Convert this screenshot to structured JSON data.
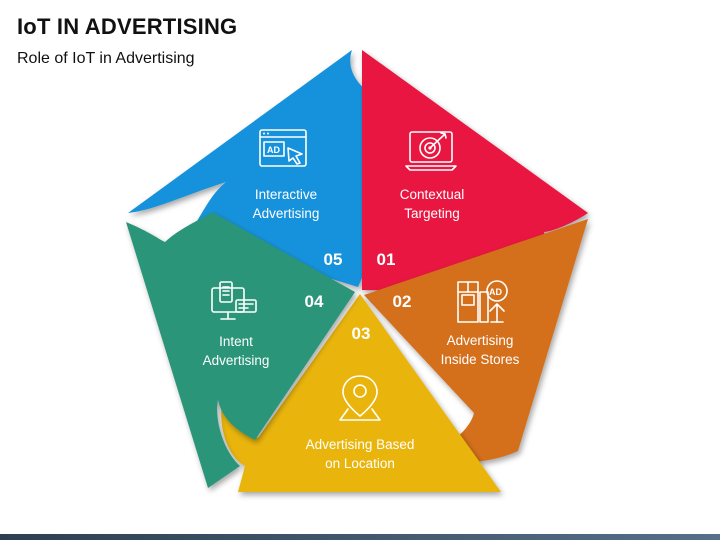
{
  "title": "IoT IN ADVERTISING",
  "subtitle": "Role of IoT in Advertising",
  "segments": [
    {
      "number": "01",
      "line1": "Contextual",
      "line2": "Targeting",
      "icon": "target-icon",
      "color": "#e8163f"
    },
    {
      "number": "02",
      "line1": "Advertising",
      "line2": "Inside Stores",
      "icon": "store-ad-icon",
      "color": "#d4701e"
    },
    {
      "number": "03",
      "line1": "Advertising Based",
      "line2": "on Location",
      "icon": "location-pin-icon",
      "color": "#e9b50f"
    },
    {
      "number": "04",
      "line1": "Intent",
      "line2": "Advertising",
      "icon": "devices-icon",
      "color": "#2a9579"
    },
    {
      "number": "05",
      "line1": "Interactive",
      "line2": "Advertising",
      "icon": "ad-click-icon",
      "color": "#1992dc"
    }
  ]
}
